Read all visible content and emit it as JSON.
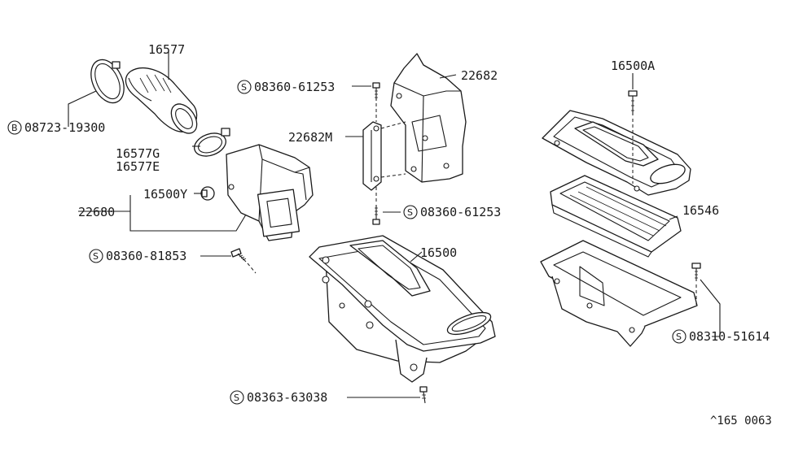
{
  "labels": {
    "clamp_bolt": "08723-19300",
    "clamp_bolt_prefix": "B",
    "duct": "16577",
    "clamps": "16577G",
    "clamps_alt": "16577E",
    "resonator_assy": "22680",
    "resonator_cap": "16500Y",
    "screw_resonator": "08360-81853",
    "screw_resonator_prefix": "S",
    "bracket_screw_top": "08360-61253",
    "bracket_screw_top_prefix": "S",
    "bracket": "22682",
    "bracket_sub": "22682M",
    "bracket_screw_bottom": "08360-61253",
    "bracket_screw_bottom_prefix": "S",
    "air_cleaner": "16500",
    "bottom_bolt": "08363-63038",
    "bottom_bolt_prefix": "S",
    "cover_bolt": "16500A",
    "element": "16546",
    "side_bolt": "08310-51614",
    "side_bolt_prefix": "S",
    "diagram_code": "^165  0063"
  }
}
